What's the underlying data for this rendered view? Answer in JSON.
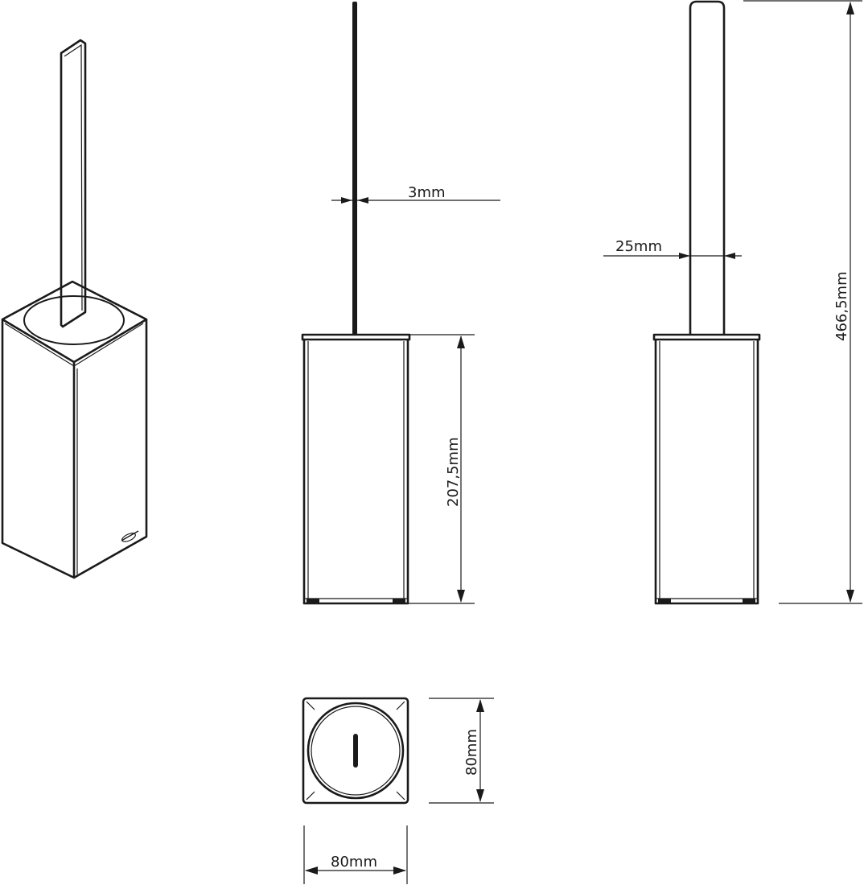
{
  "dimensions": {
    "handle_thickness": "3mm",
    "handle_width": "25mm",
    "body_height": "207,5mm",
    "total_height": "466,5mm",
    "depth": "80mm",
    "width": "80mm"
  }
}
